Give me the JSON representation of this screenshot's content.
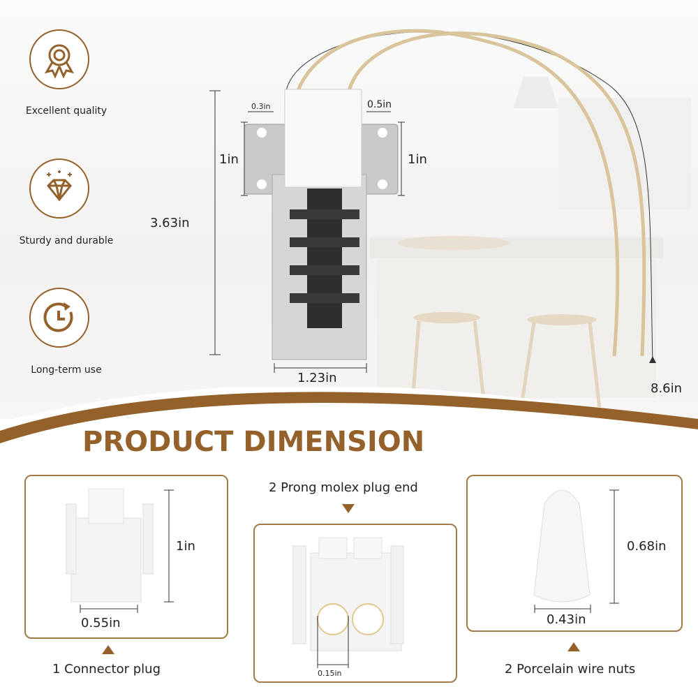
{
  "features": [
    {
      "icon": "award-medal-icon",
      "label": "Excellent quality"
    },
    {
      "icon": "diamond-icon",
      "label": "Sturdy and durable"
    },
    {
      "icon": "clock-icon",
      "label": "Long-term use"
    }
  ],
  "igniter_dimensions": {
    "height": "3.63in",
    "bracket_left": "1in",
    "bracket_right": "1in",
    "tab_left": "0.3in",
    "tab_right": "0.5in",
    "width": "1.23in",
    "wire_length": "8.6in"
  },
  "section_title": "PRODUCT DIMENSION",
  "parts": [
    {
      "caption": "1 Connector plug",
      "height": "1in",
      "width": "0.55in"
    },
    {
      "caption": "2 Prong molex plug end",
      "width": "0.15in"
    },
    {
      "caption": "2 Porcelain wire nuts",
      "height": "0.68in",
      "width": "0.43in"
    }
  ],
  "colors": {
    "brand": "#94612a",
    "panel_border": "#a37a45"
  }
}
